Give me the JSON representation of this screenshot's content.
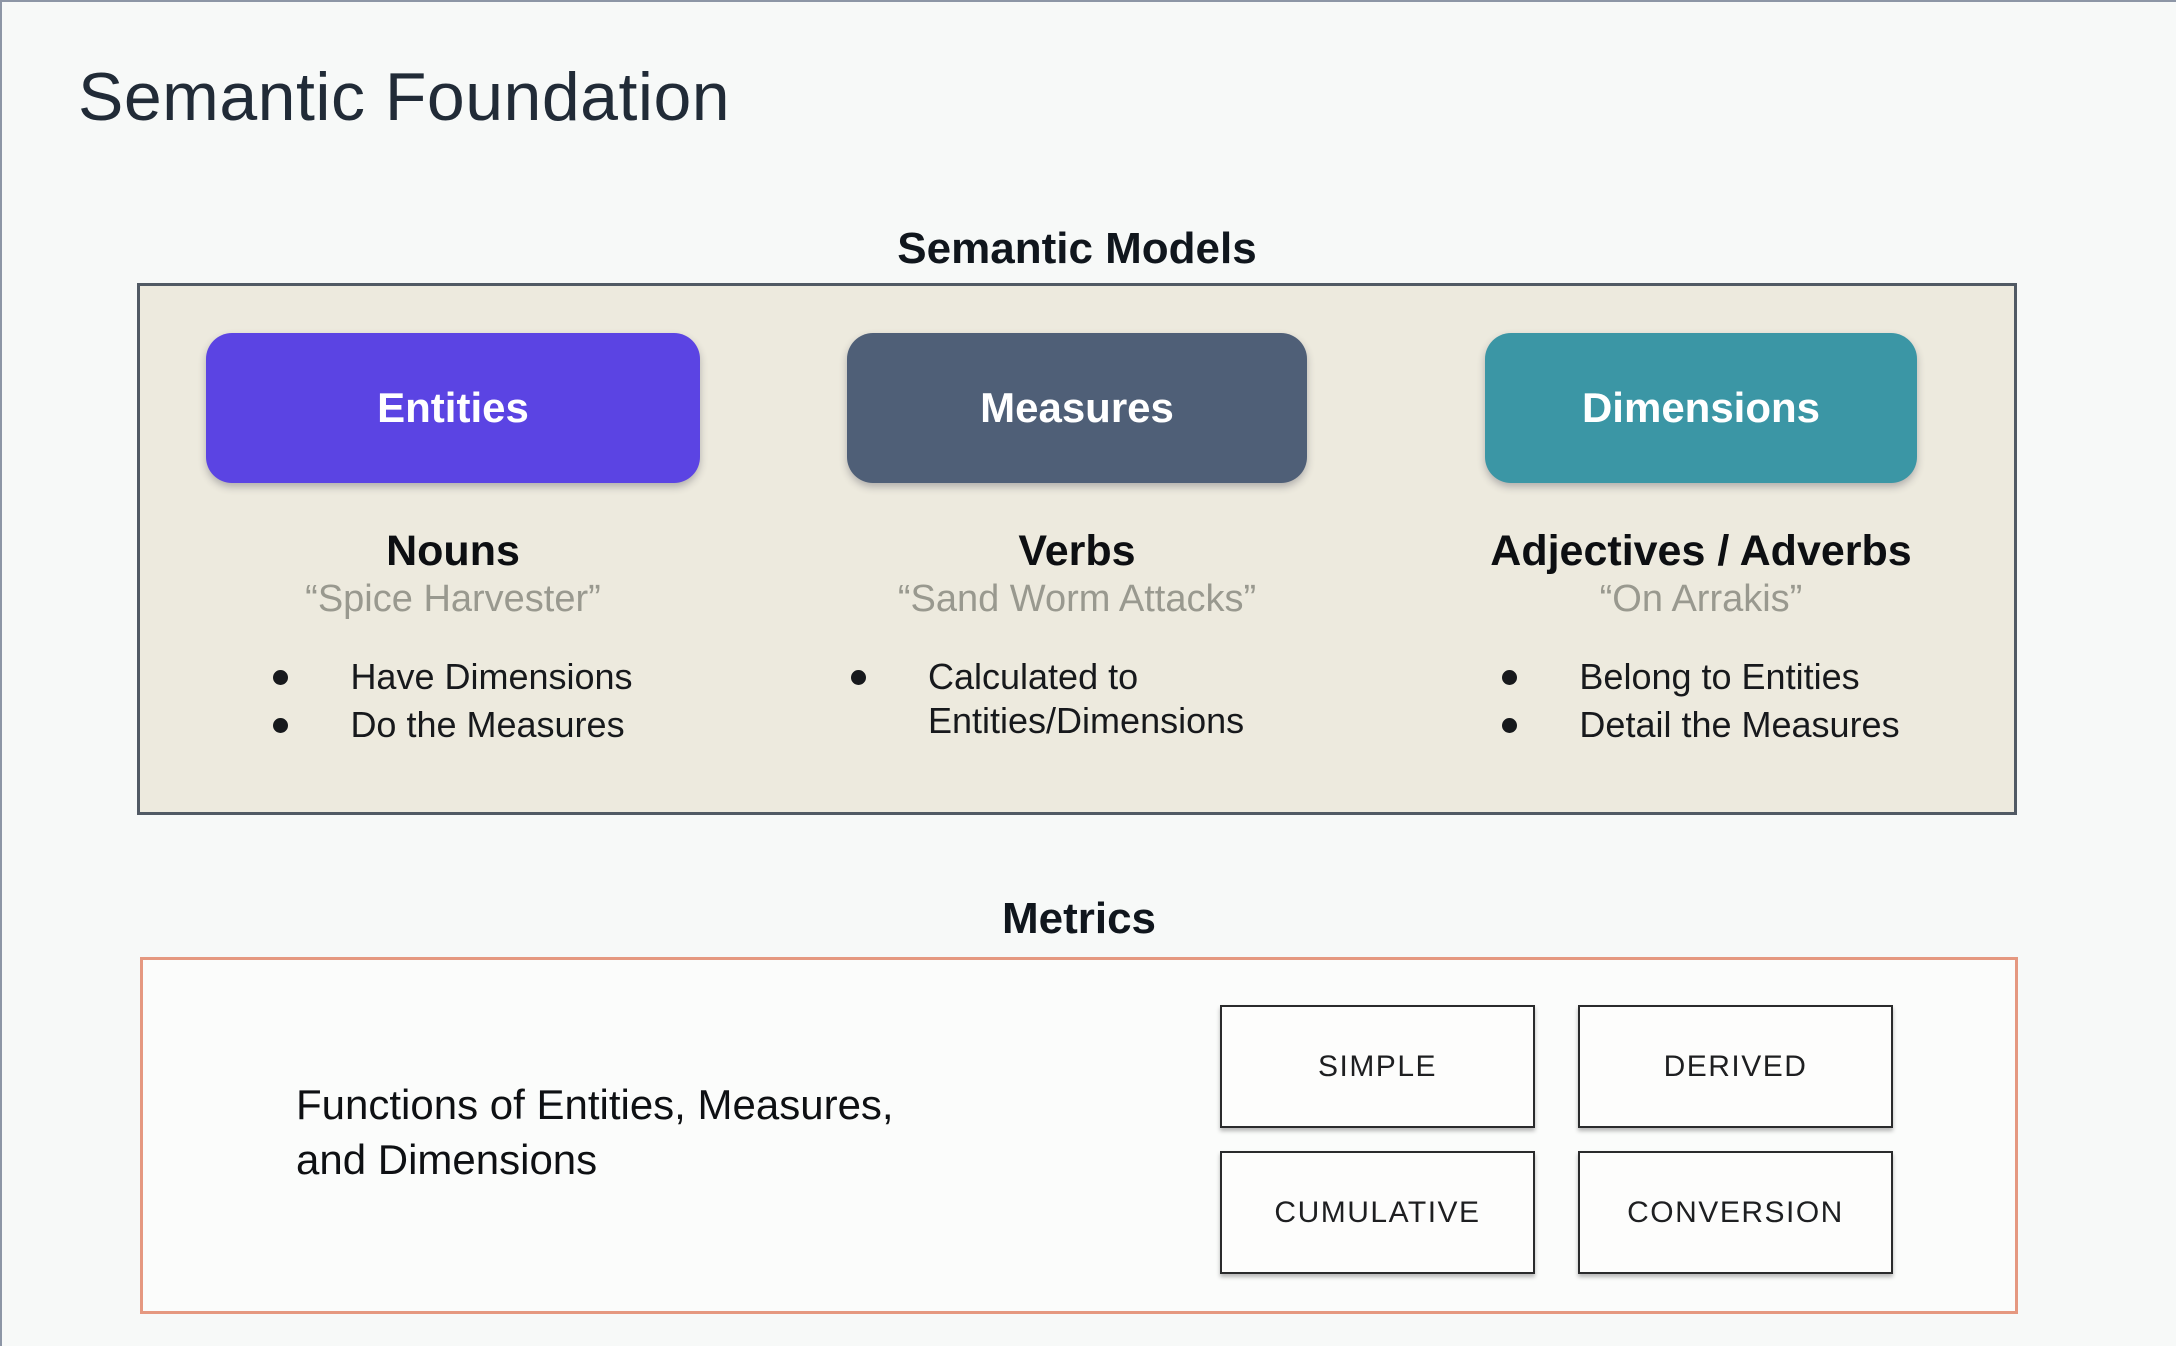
{
  "page": {
    "title": "Semantic Foundation"
  },
  "colors": {
    "entities_pill": "#5b44e3",
    "measures_pill": "#4f5f77",
    "dimensions_pill": "#3b96a5",
    "models_panel_bg": "#edeade",
    "metrics_border": "#e59880"
  },
  "semantic_models": {
    "heading": "Semantic Models",
    "columns": [
      {
        "pill_label": "Entities",
        "subtitle": "Nouns",
        "quote": "“Spice Harvester”",
        "bullets": [
          "Have Dimensions",
          "Do the Measures"
        ]
      },
      {
        "pill_label": "Measures",
        "subtitle": "Verbs",
        "quote": "“Sand Worm Attacks”",
        "bullets": [
          "Calculated to Entities/Dimensions"
        ]
      },
      {
        "pill_label": "Dimensions",
        "subtitle": "Adjectives / Adverbs",
        "quote": "“On Arrakis”",
        "bullets": [
          "Belong to Entities",
          "Detail the Measures"
        ]
      }
    ]
  },
  "metrics": {
    "heading": "Metrics",
    "description": "Functions of Entities, Measures,\nand Dimensions",
    "boxes": [
      "SIMPLE",
      "DERIVED",
      "CUMULATIVE",
      "CONVERSION"
    ]
  }
}
